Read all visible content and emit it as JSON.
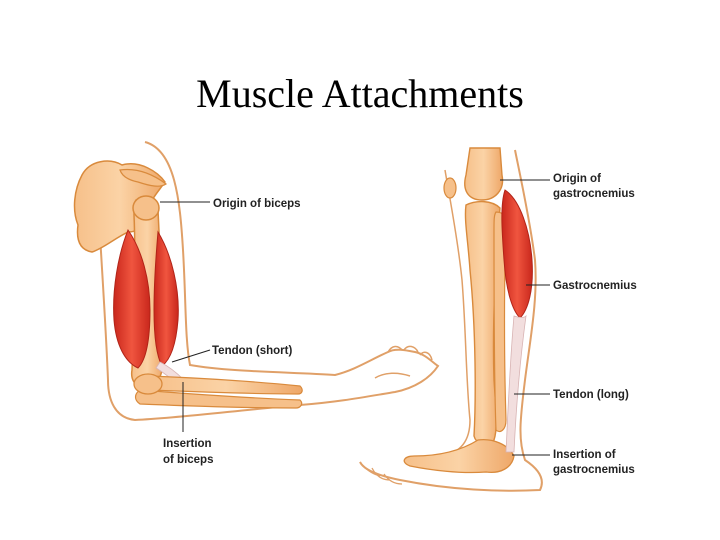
{
  "slide": {
    "title": "Muscle Attachments"
  },
  "labels": {
    "origin_biceps": "Origin of biceps",
    "tendon_short": "Tendon (short)",
    "insertion_biceps_line1": "Insertion",
    "insertion_biceps_line2": "of biceps",
    "origin_gastroc_line1": "Origin of",
    "origin_gastroc_line2": "gastrocnemius",
    "gastrocnemius": "Gastrocnemius",
    "tendon_long": "Tendon (long)",
    "insertion_gastroc_line1": "Insertion of",
    "insertion_gastroc_line2": "gastrocnemius"
  },
  "colors": {
    "bone": "#f3b57a",
    "bone_outline": "#d98a3c",
    "skin_outline": "#e0a068",
    "muscle": "#e23a2a",
    "tendon": "#f2dede"
  }
}
